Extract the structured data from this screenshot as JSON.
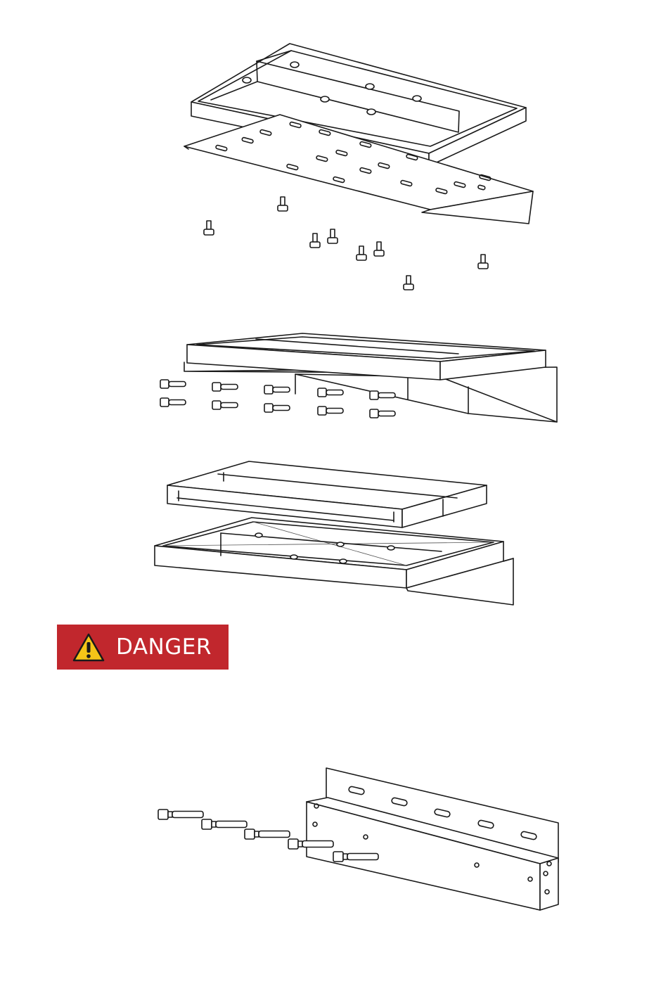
{
  "document": {
    "type": "assembly-instruction-page",
    "figures": [
      {
        "name": "figure-1-shelf-frame-and-plate-exploded",
        "parts": [
          "shelf-frame",
          "perforated-plate",
          "bolts"
        ]
      },
      {
        "name": "figure-2-frame-mounted-on-bracket",
        "parts": [
          "frame",
          "bracket",
          "bolts"
        ]
      },
      {
        "name": "figure-3-top-panel-over-frame",
        "parts": [
          "top-panel",
          "frame",
          "bracket"
        ]
      },
      {
        "name": "figure-4-wall-rail-with-anchors",
        "parts": [
          "wall-rail",
          "anchor-bolts"
        ]
      }
    ]
  },
  "warning": {
    "label": "DANGER",
    "icon": "warning-triangle-icon",
    "background_color": "#c1272d",
    "icon_color": "#f5c518"
  }
}
